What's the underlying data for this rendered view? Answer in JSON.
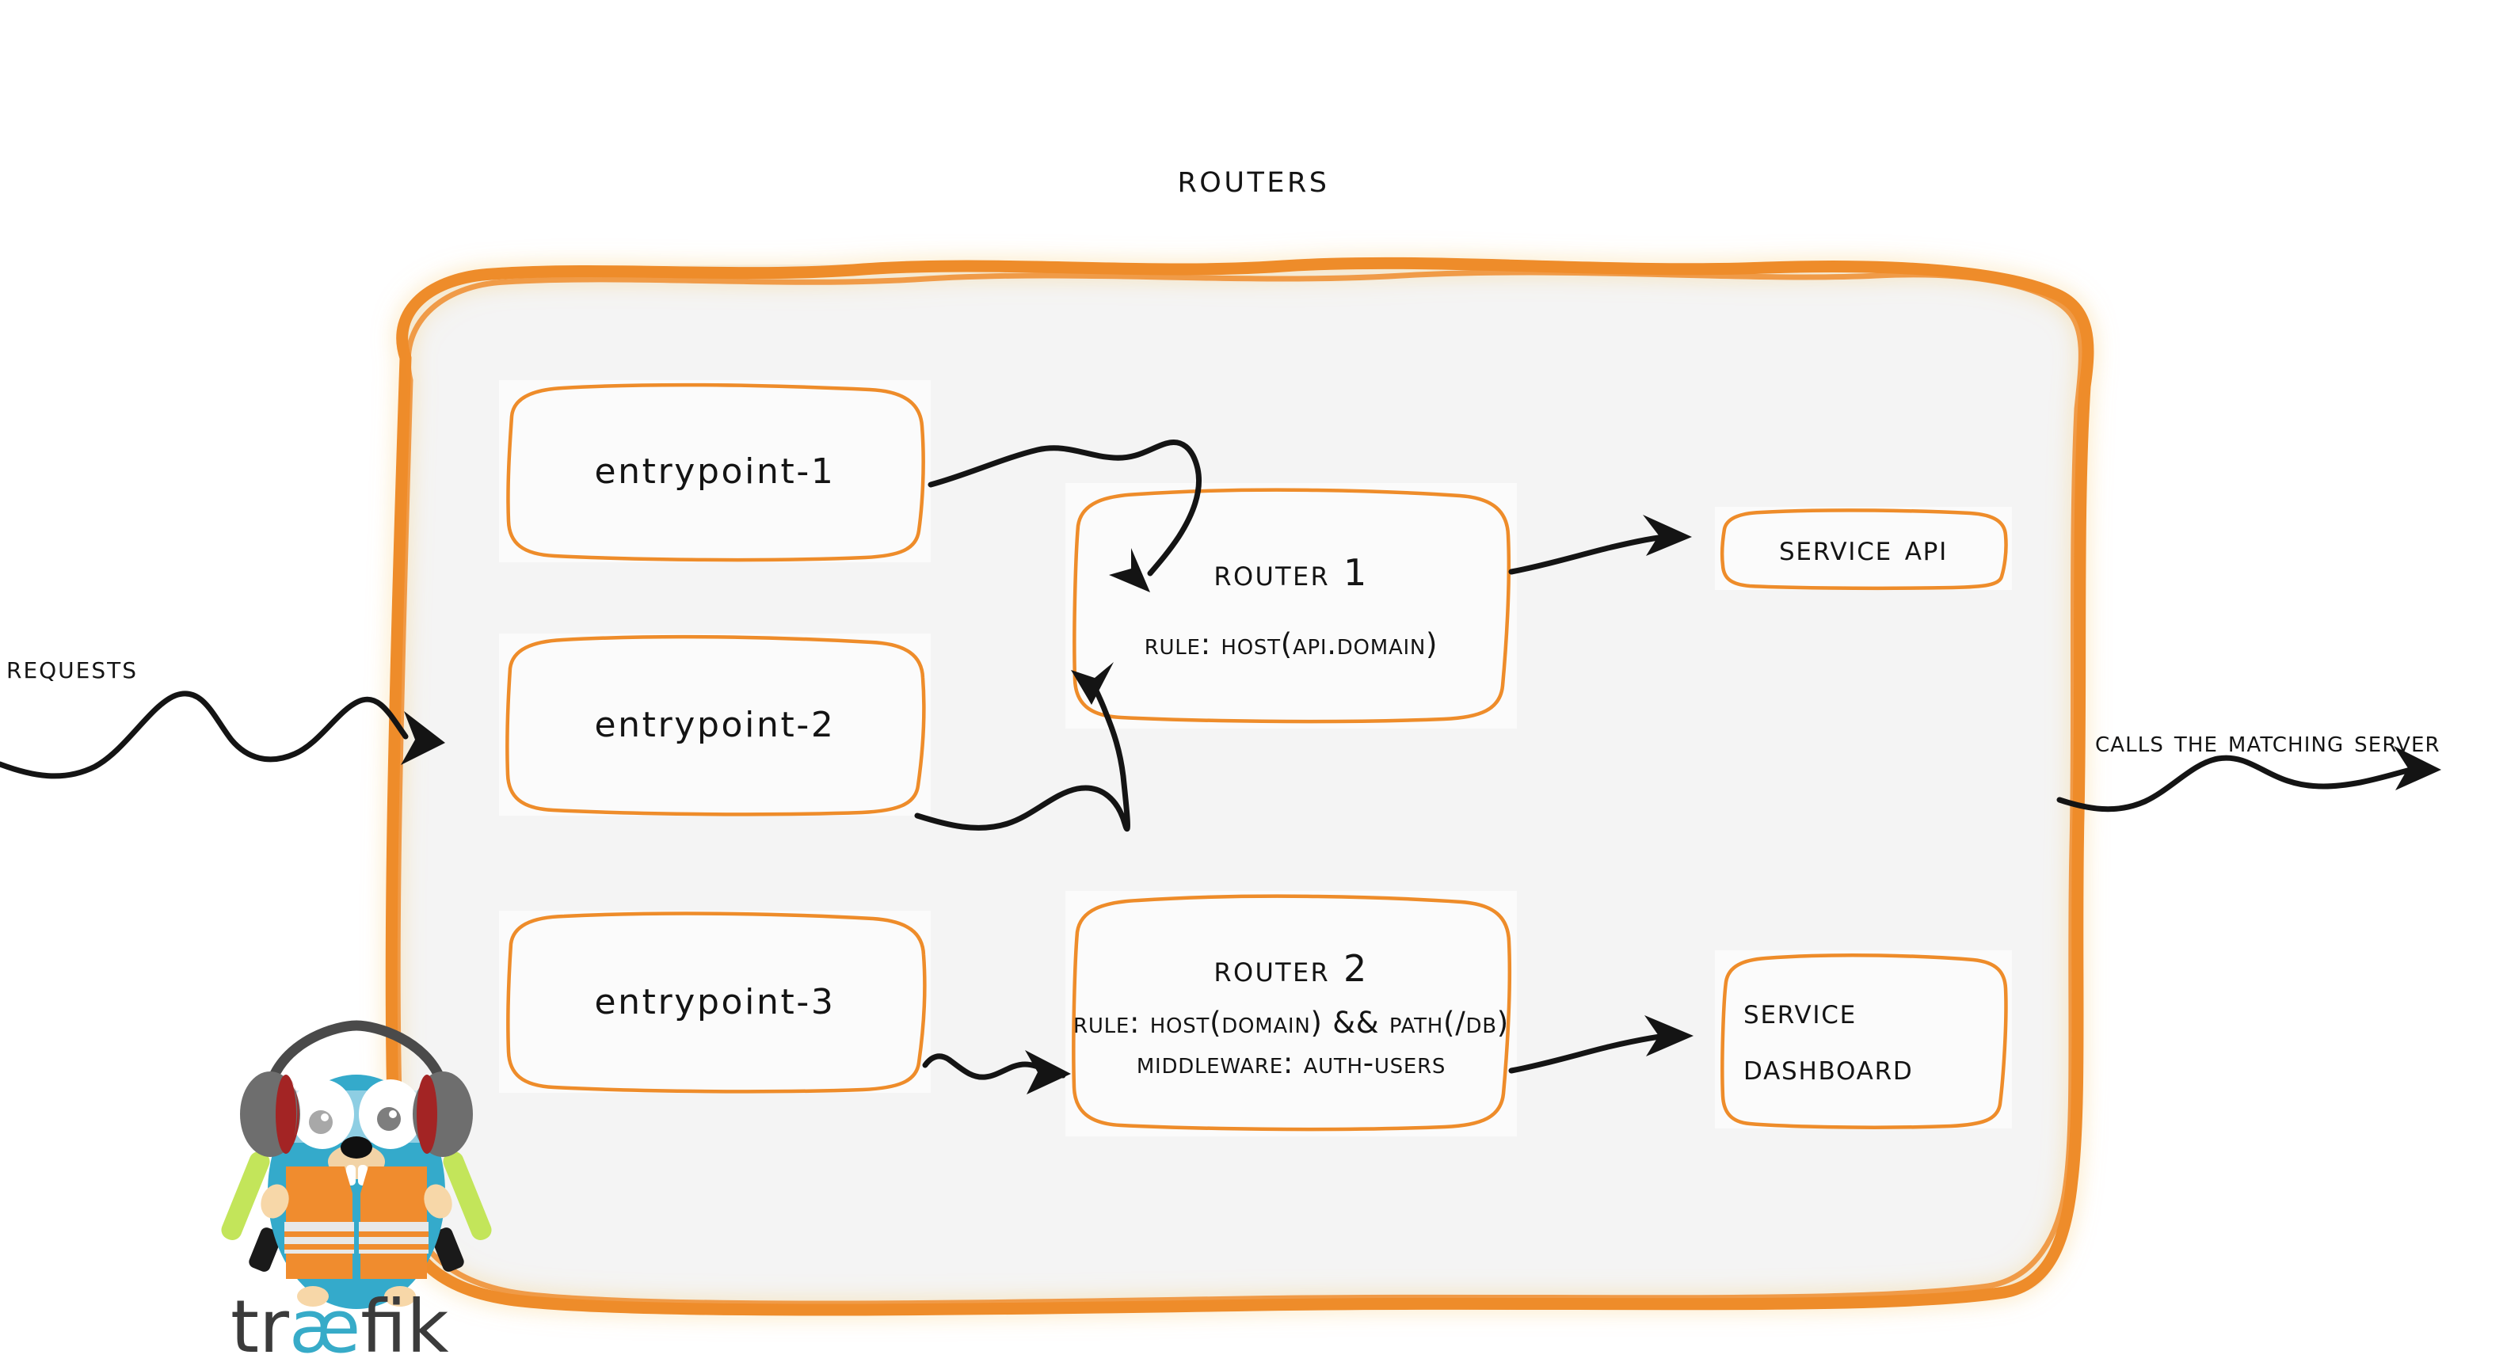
{
  "diagram": {
    "title": "Routers",
    "colors": {
      "accent_orange": "#EE8C2A",
      "container_fill": "#F4F4F4",
      "node_fill": "#FBFBFB",
      "ink": "#141414",
      "traefik_cyan": "#37ABC8",
      "traefik_dark": "#3B3B3B",
      "vest_orange": "#F08C2E",
      "wand_green": "#C3E55A"
    }
  },
  "labels": {
    "requests": "Requests",
    "calls_matching_server": "Calls the matching server"
  },
  "entrypoints": [
    {
      "id": "entrypoint-1",
      "label": "entrypoint-1"
    },
    {
      "id": "entrypoint-2",
      "label": "entrypoint-2"
    },
    {
      "id": "entrypoint-3",
      "label": "entrypoint-3"
    }
  ],
  "routers": [
    {
      "id": "router-1",
      "title": "Router 1",
      "rule": "rule: Host(api.domain)",
      "middleware": ""
    },
    {
      "id": "router-2",
      "title": "Router 2",
      "rule": "rule: Host(domain) && Path(/db)",
      "middleware": "Middleware: auth-users"
    }
  ],
  "services": [
    {
      "id": "service-api",
      "line1": "Service API",
      "line2": ""
    },
    {
      "id": "service-dashboard",
      "line1": "Service",
      "line2": "Dashboard"
    }
  ],
  "logo": {
    "wordmark_part1": "tr",
    "wordmark_ligature": "æ",
    "wordmark_part2": "fik"
  }
}
